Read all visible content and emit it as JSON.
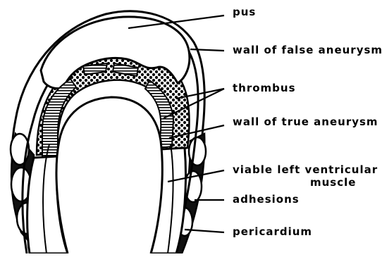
{
  "labels": {
    "pus": "pus",
    "wall_false": "wall of false aneurysm",
    "thrombus": "thrombus",
    "wall_true": "wall of true aneurysm",
    "viable_line1": "viable left ventricular",
    "viable_line2": "muscle",
    "adhesions": "adhesions",
    "pericardium": "pericardium"
  }
}
